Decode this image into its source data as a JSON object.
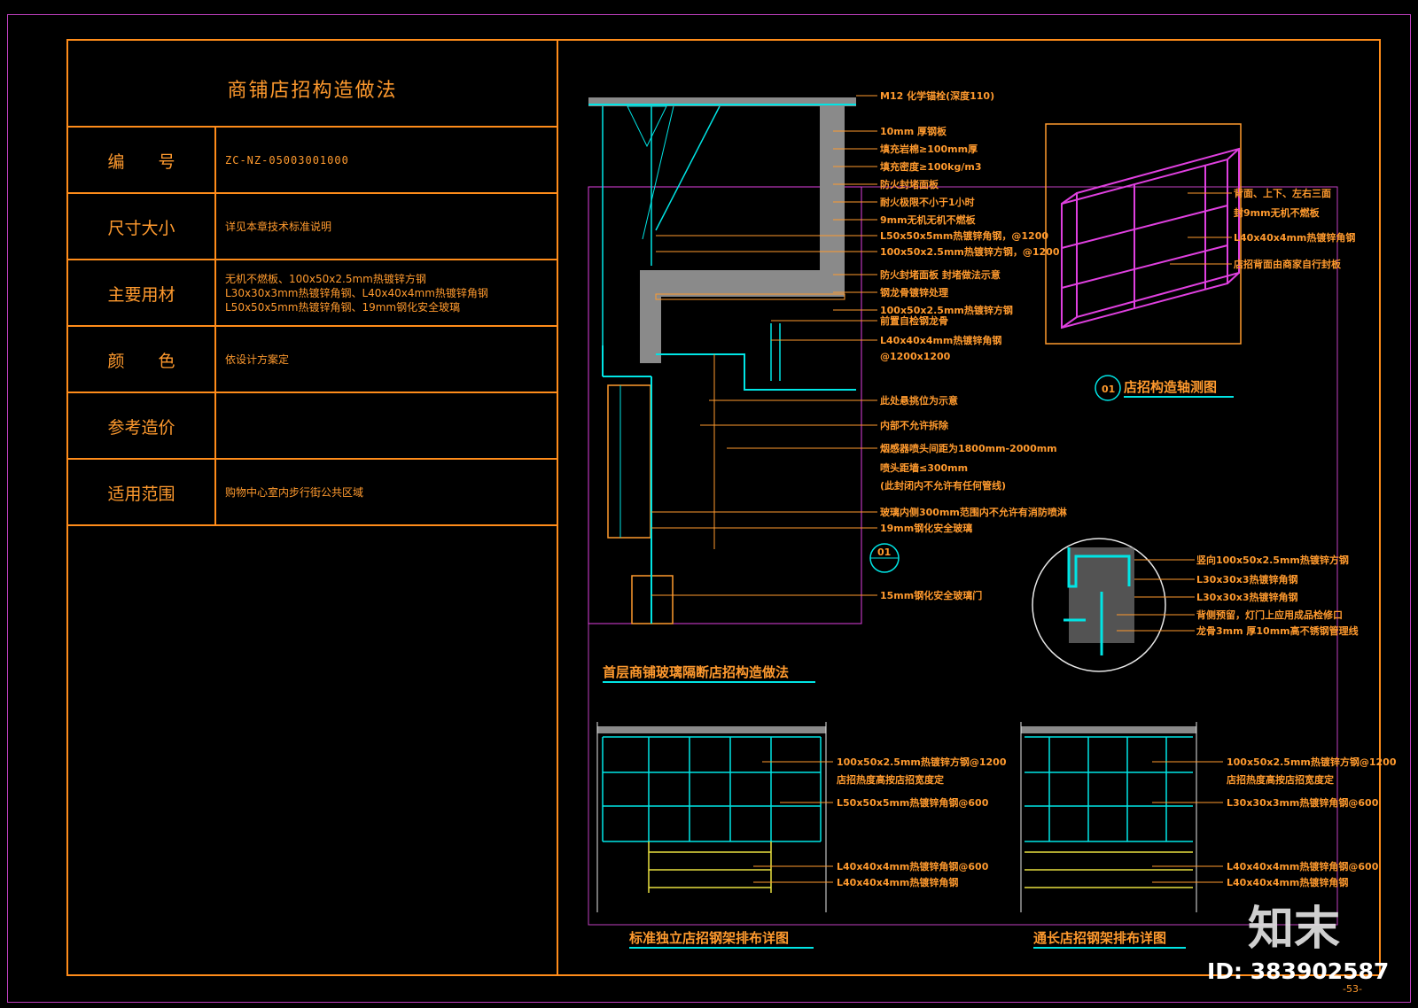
{
  "table": {
    "title": "商铺店招构造做法",
    "rows": [
      {
        "label": "编　　号",
        "lines": [
          "ZC-NZ-05003001000"
        ]
      },
      {
        "label": "尺寸大小",
        "lines": [
          "详见本章技术标准说明"
        ]
      },
      {
        "label": "主要用材",
        "lines": [
          "无机不燃板、100x50x2.5mm热镀锌方钢",
          "L30x30x3mm热镀锌角钢、L40x40x4mm热镀锌角钢",
          "L50x50x5mm热镀锌角钢、19mm钢化安全玻璃"
        ]
      },
      {
        "label": "颜　　色",
        "lines": [
          "依设计方案定"
        ]
      },
      {
        "label": "参考造价",
        "lines": []
      },
      {
        "label": "适用范围",
        "lines": [
          "购物中心室内步行街公共区域"
        ]
      }
    ]
  },
  "section": {
    "annotations": [
      "M12 化学锚栓(深度110)",
      "10mm 厚钢板",
      "填充岩棉≥100mm厚",
      "填充密度≥100kg/m3",
      "防火封堵面板",
      "耐火极限不小于1小时",
      "9mm无机无机不燃板",
      "L50x50x5mm热镀锌角钢，@1200",
      "100x50x2.5mm热镀锌方钢，@1200",
      "防火封堵面板 封堵做法示意",
      "钢龙骨镀锌处理",
      "100x50x2.5mm热镀锌方钢",
      "前置自检钢龙骨",
      "L40x40x4mm热镀锌角钢",
      "@1200x1200",
      "此处悬挑位为示意",
      "内部不允许拆除",
      "烟感器喷头间距为1800mm-2000mm",
      "喷头距墙≤300mm",
      "(此封闭内不允许有任何管线)",
      "玻璃内侧300mm范围内不允许有消防喷淋",
      "19mm钢化安全玻璃",
      "15mm钢化安全玻璃门"
    ],
    "caption": "首层商铺玻璃隔断店招构造做法",
    "callout": "01"
  },
  "iso": {
    "annotations": [
      "背面、上下、左右三面",
      "封9mm无机不燃板",
      "L40x40x4mm热镀锌角钢",
      "店招背面由商家自行封板"
    ],
    "caption": "店招构造轴测图",
    "callout": "01"
  },
  "detail": {
    "annotations": [
      "竖向100x50x2.5mm热镀锌方钢",
      "L30x30x3热镀锌角钢",
      "L30x30x3热镀锌角钢",
      "背侧预留，灯门上应用成品检修口",
      "龙骨3mm 厚10mm高不锈钢管理线"
    ]
  },
  "elev_left": {
    "annotations": [
      "100x50x2.5mm热镀锌方钢@1200",
      "店招热度高按店招宽度定",
      "L50x50x5mm热镀锌角钢@600",
      "L40x40x4mm热镀锌角钢@600",
      "L40x40x4mm热镀锌角钢"
    ],
    "caption": "标准独立店招钢架排布详图"
  },
  "elev_right": {
    "annotations": [
      "100x50x2.5mm热镀锌方钢@1200",
      "店招热度高按店招宽度定",
      "L30x30x3mm热镀锌角钢@600",
      "L40x40x4mm热镀锌角钢@600",
      "L40x40x4mm热镀锌角钢"
    ],
    "caption": "通长店招钢架排布详图"
  },
  "watermark": {
    "logo": "知末",
    "id": "ID: 383902587"
  },
  "page_number": "-53-",
  "colors": {
    "frame": "#ff8c1a",
    "text": "#ff9a2e",
    "cyan": "#00e5e5",
    "magenta": "#e040e0",
    "gray": "#9a9a9a",
    "yellow": "#e8e040",
    "background": "#000000"
  }
}
